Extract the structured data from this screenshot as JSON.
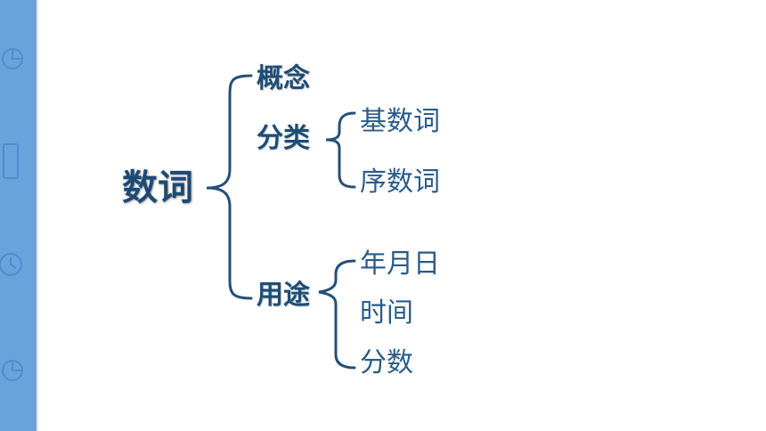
{
  "diagram": {
    "root": "数词",
    "branches": [
      {
        "label": "概念",
        "children": []
      },
      {
        "label": "分类",
        "children": [
          "基数词",
          "序数词"
        ]
      },
      {
        "label": "用途",
        "children": [
          "年月日",
          "时间",
          "分数"
        ]
      }
    ]
  },
  "colors": {
    "sidebar": "#6aa3dc",
    "text": "#1f4e79",
    "brace": "#254f78"
  }
}
